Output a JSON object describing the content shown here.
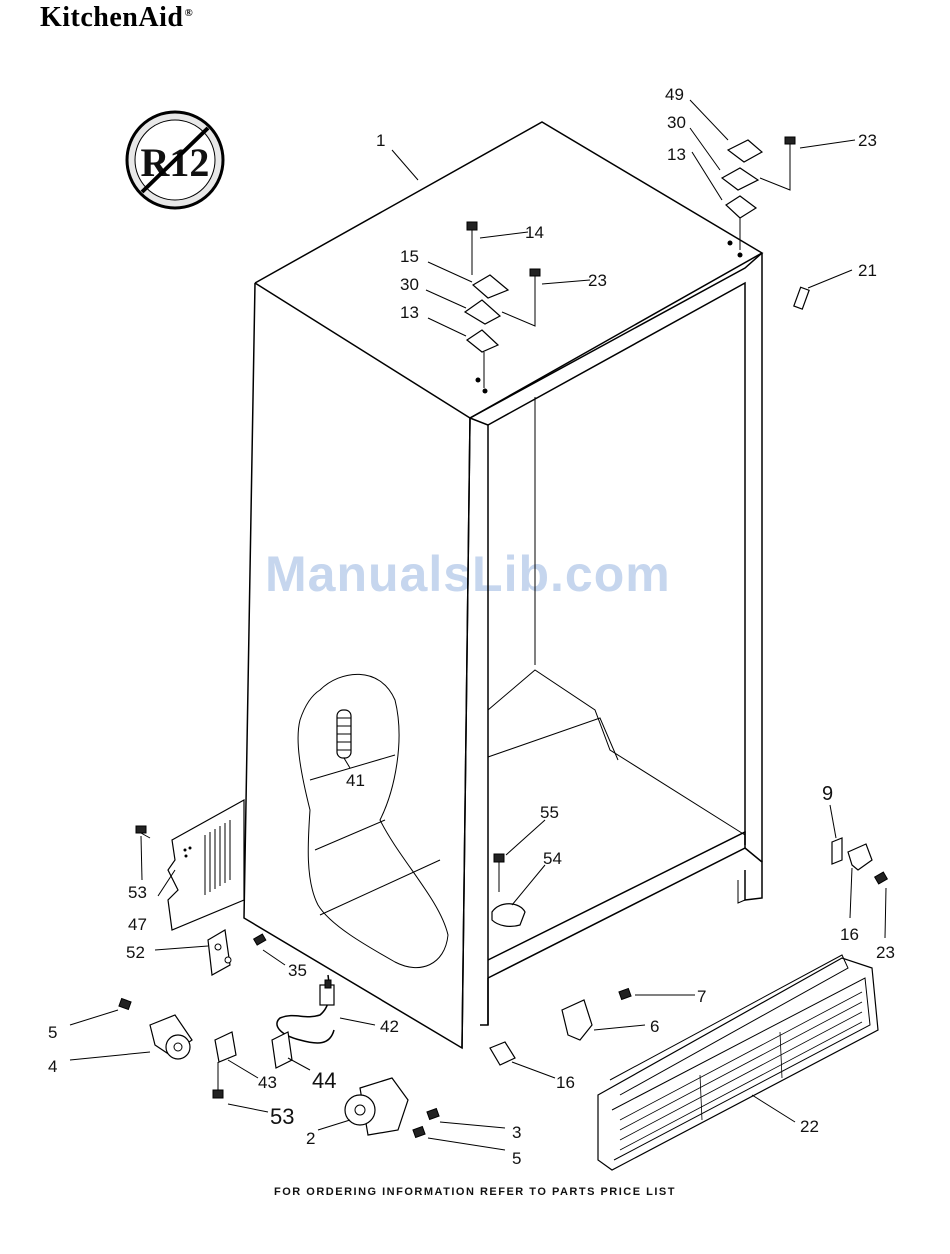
{
  "brand": {
    "name": "KitchenAid",
    "reg_mark": "®"
  },
  "badge": {
    "text": "R12",
    "icon": "no-r12-prohibition-icon"
  },
  "watermark": "ManualsLib.com",
  "footer": "FOR ORDERING INFORMATION REFER TO PARTS PRICE LIST",
  "callouts": [
    {
      "label": "1"
    },
    {
      "label": "49"
    },
    {
      "label": "30"
    },
    {
      "label": "13"
    },
    {
      "label": "23"
    },
    {
      "label": "14"
    },
    {
      "label": "15"
    },
    {
      "label": "30"
    },
    {
      "label": "23"
    },
    {
      "label": "13"
    },
    {
      "label": "21"
    },
    {
      "label": "41"
    },
    {
      "label": "9"
    },
    {
      "label": "55"
    },
    {
      "label": "54"
    },
    {
      "label": "53"
    },
    {
      "label": "47"
    },
    {
      "label": "52"
    },
    {
      "label": "35"
    },
    {
      "label": "16"
    },
    {
      "label": "23"
    },
    {
      "label": "5"
    },
    {
      "label": "4"
    },
    {
      "label": "42"
    },
    {
      "label": "43"
    },
    {
      "label": "44"
    },
    {
      "label": "7"
    },
    {
      "label": "6"
    },
    {
      "label": "16"
    },
    {
      "label": "53"
    },
    {
      "label": "2"
    },
    {
      "label": "3"
    },
    {
      "label": "5"
    },
    {
      "label": "22"
    }
  ]
}
